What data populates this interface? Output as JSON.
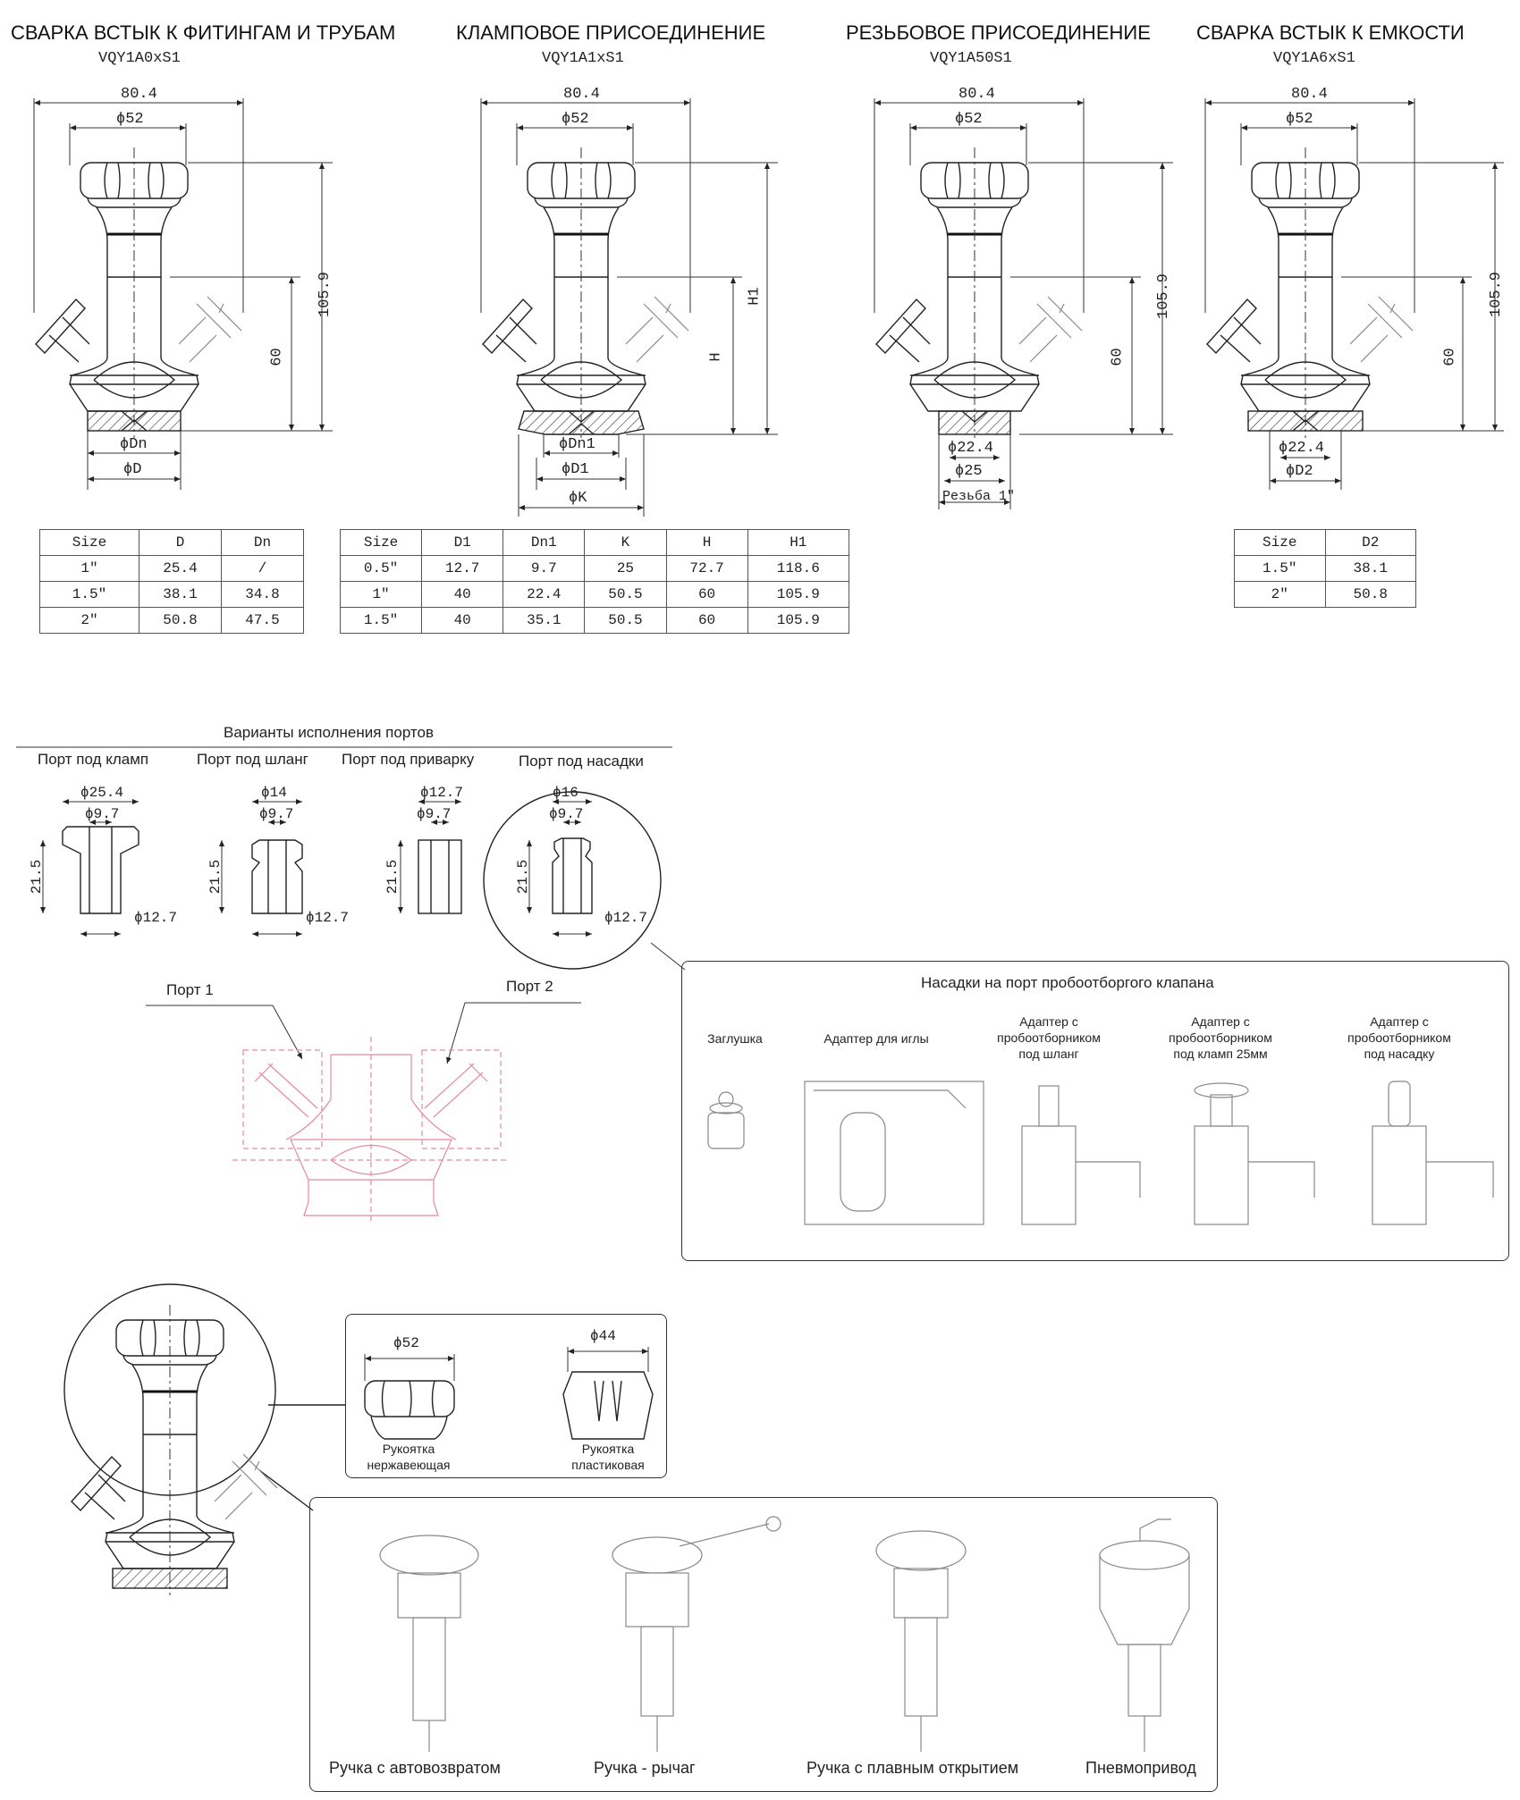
{
  "valves": [
    {
      "title": "СВАРКА ВСТЫК К ФИТИНГАМ И ТРУБАМ",
      "code": "VQY1A0xS1",
      "w": "80.4",
      "d52": "ϕ52",
      "h": "105.9",
      "h60": "60",
      "b1": "ϕDn",
      "b2": "ϕD"
    },
    {
      "title": "КЛАМПОВОЕ ПРИСОЕДИНЕНИЕ",
      "code": "VQY1A1xS1",
      "w": "80.4",
      "d52": "ϕ52",
      "h": "H1",
      "h60": "H",
      "b1": "ϕDn1",
      "b2": "ϕD1",
      "b3": "ϕK"
    },
    {
      "title": "РЕЗЬБОВОЕ ПРИСОЕДИНЕНИЕ",
      "code": "VQY1A50S1",
      "w": "80.4",
      "d52": "ϕ52",
      "h": "105.9",
      "h60": "60",
      "b1": "ϕ22.4",
      "b2": "ϕ25",
      "b3": "Резьба 1\""
    },
    {
      "title": "СВАРКА ВСТЫК К ЕМКОСТИ",
      "code": "VQY1A6xS1",
      "w": "80.4",
      "d52": "ϕ52",
      "h": "105.9",
      "h60": "60",
      "b1": "ϕ22.4",
      "b2": "ϕD2"
    }
  ],
  "table1": {
    "header": [
      "Size",
      "D",
      "Dn"
    ],
    "rows": [
      [
        "1\"",
        "25.4",
        "/"
      ],
      [
        "1.5\"",
        "38.1",
        "34.8"
      ],
      [
        "2\"",
        "50.8",
        "47.5"
      ]
    ]
  },
  "table2": {
    "header": [
      "Size",
      "D1",
      "Dn1",
      "K",
      "H",
      "H1"
    ],
    "rows": [
      [
        "0.5\"",
        "12.7",
        "9.7",
        "25",
        "72.7",
        "118.6"
      ],
      [
        "1\"",
        "40",
        "22.4",
        "50.5",
        "60",
        "105.9"
      ],
      [
        "1.5\"",
        "40",
        "35.1",
        "50.5",
        "60",
        "105.9"
      ]
    ]
  },
  "table3": {
    "header": [
      "Size",
      "D2"
    ],
    "rows": [
      [
        "1.5\"",
        "38.1"
      ],
      [
        "2\"",
        "50.8"
      ]
    ]
  },
  "ports": {
    "title": "Варианты исполнения портов",
    "items": [
      {
        "label": "Порт под кламп",
        "top": "ϕ25.4",
        "inner": "ϕ9.7",
        "h": "21.5",
        "bottom": "ϕ12.7"
      },
      {
        "label": "Порт под шланг",
        "top": "ϕ14",
        "inner": "ϕ9.7",
        "h": "21.5",
        "bottom": "ϕ12.7"
      },
      {
        "label": "Порт под приварку",
        "top": "ϕ12.7",
        "inner": "ϕ9.7",
        "h": "21.5"
      },
      {
        "label": "Порт под насадки",
        "top": "ϕ16",
        "inner": "ϕ9.7",
        "h": "21.5",
        "bottom": "ϕ12.7"
      }
    ],
    "port1": "Порт 1",
    "port2": "Порт 2"
  },
  "attachments": {
    "title": "Насадки на порт пробоотборгого клапана",
    "items": [
      {
        "label": "Заглушка"
      },
      {
        "label": "Адаптер для иглы"
      },
      {
        "label": "Адаптер с\nпробоотборником\nпод шланг"
      },
      {
        "label": "Адаптер с\nпробоотборником\nпод кламп 25мм"
      },
      {
        "label": "Адаптер с\nпробоотборником\nпод насадку"
      }
    ]
  },
  "handles": {
    "stainless": {
      "dim": "ϕ52",
      "label": "Рукоятка\nнержавеющая"
    },
    "plastic": {
      "dim": "ϕ44",
      "label": "Рукоятка\nпластиковая"
    }
  },
  "actuators": [
    "Ручка с автовозвратом",
    "Ручка - рычаг",
    "Ручка с плавным открытием",
    "Пневмопривод"
  ]
}
